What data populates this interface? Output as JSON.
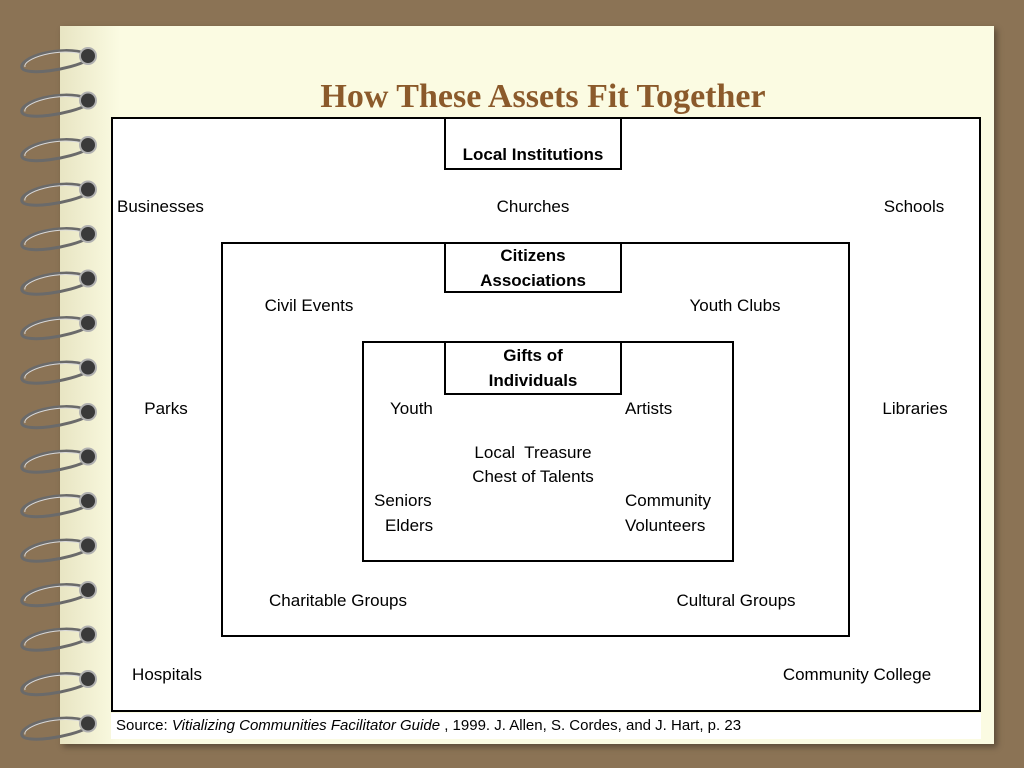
{
  "title": "How These Assets Fit Together",
  "outer": {
    "label": "Local Institutions",
    "items": {
      "businesses": "Businesses",
      "churches": "Churches",
      "schools": "Schools",
      "parks": "Parks",
      "libraries": "Libraries",
      "hospitals": "Hospitals",
      "community_college": "Community College"
    }
  },
  "middle": {
    "label_line1": "Citizens",
    "label_line2": "Associations",
    "items": {
      "civil_events": "Civil Events",
      "youth_clubs": "Youth Clubs",
      "charitable_groups": "Charitable Groups",
      "cultural_groups": "Cultural Groups"
    }
  },
  "inner": {
    "label_line1": "Gifts of",
    "label_line2": "Individuals",
    "items": {
      "youth": "Youth",
      "artists": "Artists",
      "treasure_line1": "Local  Treasure",
      "treasure_line2": "Chest of Talents",
      "seniors": "Seniors",
      "elders": "Elders",
      "community": "Community",
      "volunteers": "Volunteers"
    }
  },
  "source": {
    "prefix": "Source: ",
    "title": "Vitializing Communities Facilitator Guide",
    "suffix": " , 1999. J. Allen, S. Cordes, and J. Hart, p. 23"
  }
}
